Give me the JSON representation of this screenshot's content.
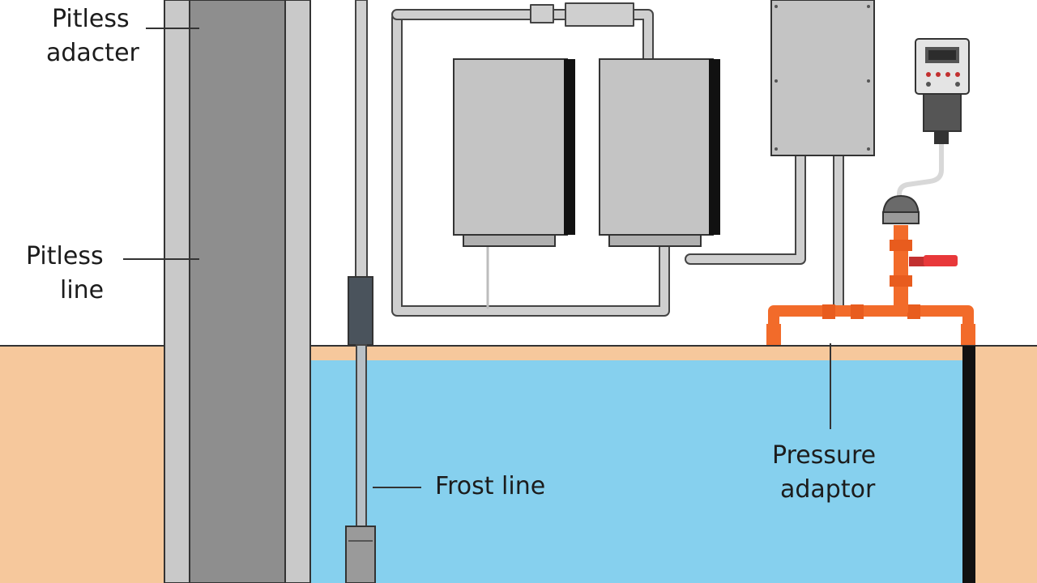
{
  "labels": {
    "pitless_adapter": [
      "Pitless",
      "adacter"
    ],
    "pitless_line": [
      "Pitless",
      "line"
    ],
    "frost_line": "Frost line",
    "pressure_adaptor": [
      "Pressure",
      "adaptor"
    ]
  },
  "colors": {
    "soil": "#f6c89c",
    "water": "#86d0ee",
    "casing_outer": "#c9c9c9",
    "casing_inner": "#8e8e8e",
    "tank": "#c4c4c4",
    "pipe_gray": "#bdbdbd",
    "pipe_orange": "#f26b2a",
    "valve_red": "#e8383a",
    "outline": "#333333"
  }
}
